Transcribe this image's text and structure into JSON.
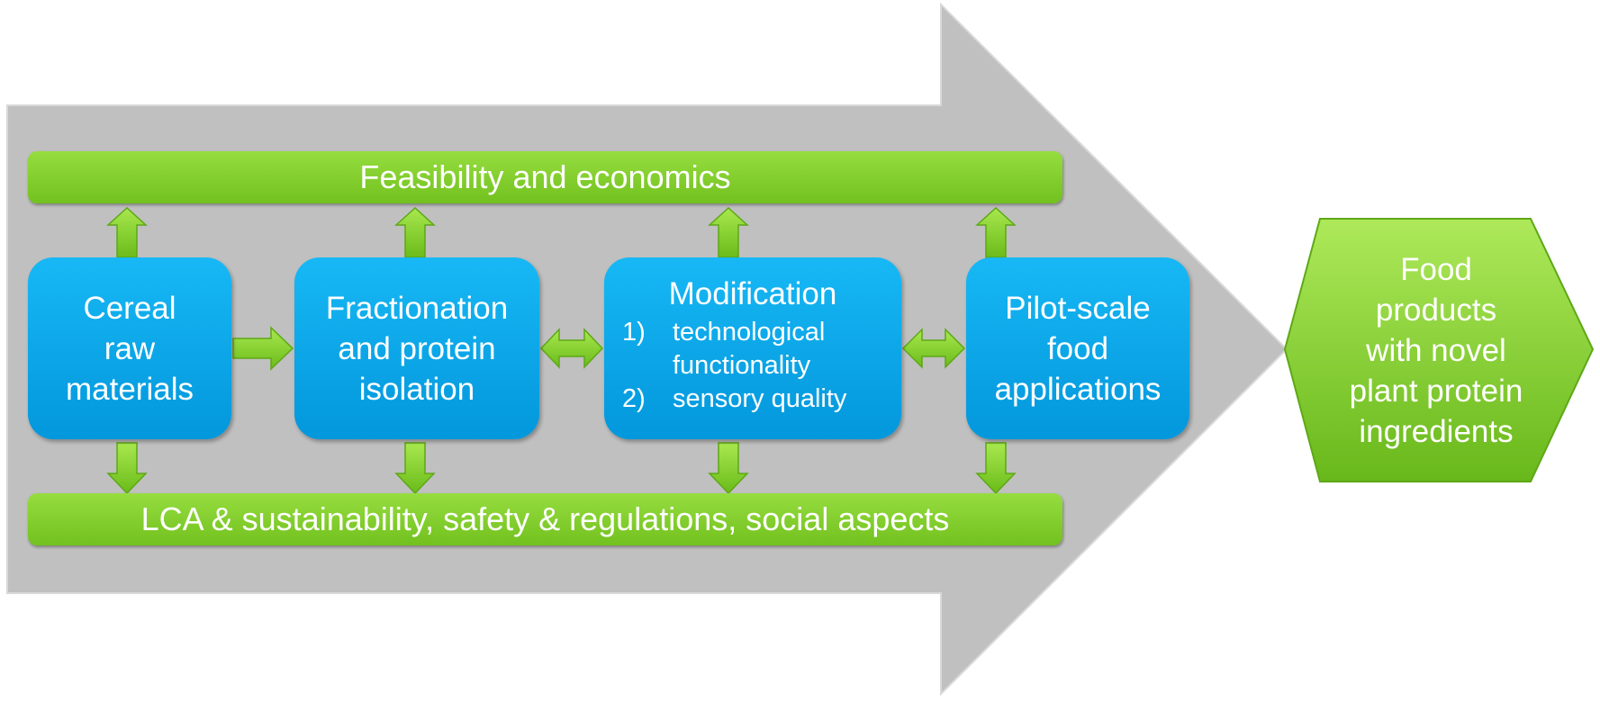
{
  "bars": {
    "top": "Feasibility and economics",
    "bottom": "LCA & sustainability, safety & regulations, social aspects"
  },
  "boxes": {
    "cereal": [
      "Cereal",
      "raw",
      "materials"
    ],
    "fractionation": [
      "Fractionation",
      "and protein",
      "isolation"
    ],
    "modification": {
      "title": "Modification",
      "items": [
        {
          "num": "1)",
          "lines": [
            "technological",
            "functionality"
          ]
        },
        {
          "num": "2)",
          "lines": [
            "sensory quality"
          ]
        }
      ]
    },
    "pilot": [
      "Pilot-scale",
      "food",
      "applications"
    ]
  },
  "outcome": [
    "Food",
    "products",
    "with novel",
    "plant protein",
    "ingredients"
  ],
  "colors": {
    "big_arrow": "#c0c0c0",
    "green": "#7bc62a",
    "blue": "#0aa6e8",
    "text": "#ffffff"
  }
}
